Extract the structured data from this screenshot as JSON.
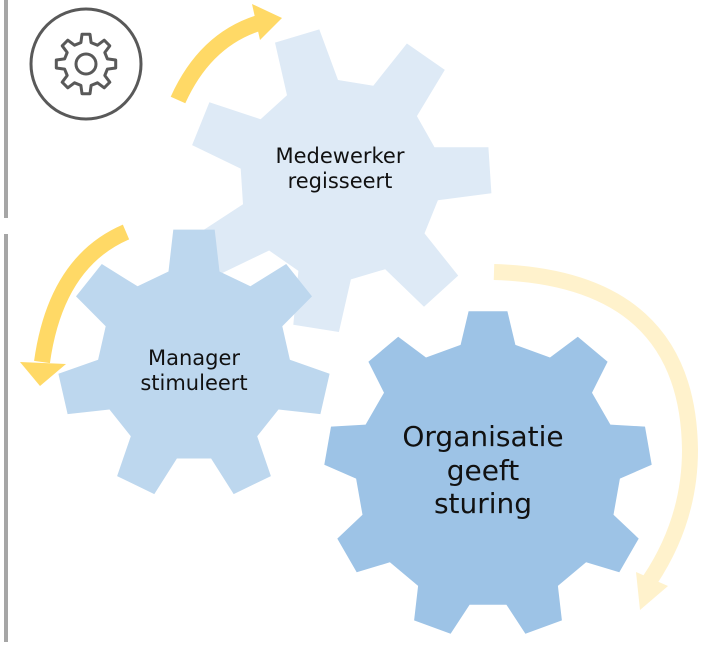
{
  "gears": [
    {
      "id": "medewerker",
      "lines": [
        "Medewerker",
        "regisseert"
      ],
      "color": "#deeaf6"
    },
    {
      "id": "manager",
      "lines": [
        "Manager",
        "stimuleert"
      ],
      "color": "#bdd7ee"
    },
    {
      "id": "organisatie",
      "lines": [
        "Organisatie",
        "geeft",
        "sturing"
      ],
      "color": "#9dc3e6"
    }
  ],
  "colors": {
    "arrow_strong": "#ffd966",
    "arrow_light": "#fff2cc",
    "icon_stroke": "#595959",
    "divider": "#a6a6a6"
  },
  "icons": [
    "gear-icon"
  ]
}
